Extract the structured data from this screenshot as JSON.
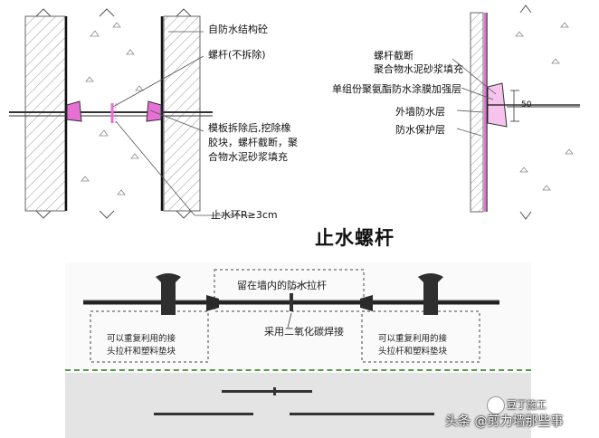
{
  "left_diagram": {
    "label_concrete": "自防水结构砼",
    "label_bolt": "螺杆(不拆除)",
    "label_fill_line1": "模板拆除后,挖除橡",
    "label_fill_line2": "胶块，螺杆截断，聚",
    "label_fill_line3": "合物水泥砂浆填充",
    "label_ring": "止水环R≥3cm"
  },
  "right_diagram": {
    "label_cut_line1": "螺杆截断",
    "label_cut_line2": "聚合物水泥砂浆填充",
    "label_coating": "单组份聚氨酯防水涂膜加强层",
    "label_outer": "外墙防水层",
    "label_protect": "防水保护层",
    "dim": "50"
  },
  "title": "止水螺杆",
  "photo": {
    "label_center": "留在墙内的防水拉杆",
    "label_weld": "采用二氧化碳焊接",
    "label_left_line1": "可以重复利用的接",
    "label_left_line2": "头拉杆和塑料垫块",
    "label_right_line1": "可以重复利用的接",
    "label_right_line2": "头拉杆和塑料垫块"
  },
  "watermark": {
    "text": "头条 @剪力墙那些事",
    "logo_text": "豆丁施工"
  }
}
